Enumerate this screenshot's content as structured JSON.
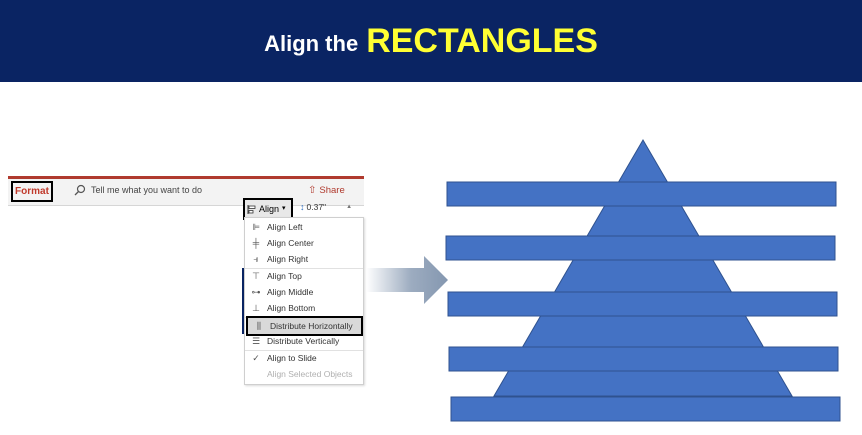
{
  "title": {
    "part1": "Align the",
    "part2": "RECTANGLES"
  },
  "ribbon": {
    "tab_label": "Format",
    "tell_me": "Tell me what you want to do",
    "share_label": "Share",
    "align_label": "Align",
    "size_value": "0.37\""
  },
  "menu": {
    "items": [
      {
        "label": "Align Left",
        "icon": "align-left-icon"
      },
      {
        "label": "Align Center",
        "icon": "align-center-icon"
      },
      {
        "label": "Align Right",
        "icon": "align-right-icon"
      },
      {
        "label": "Align Top",
        "icon": "align-top-icon"
      },
      {
        "label": "Align Middle",
        "icon": "align-middle-icon"
      },
      {
        "label": "Align Bottom",
        "icon": "align-bottom-icon"
      },
      {
        "label": "Distribute Horizontally",
        "icon": "distribute-horizontally-icon",
        "highlighted": true
      },
      {
        "label": "Distribute Vertically",
        "icon": "distribute-vertically-icon"
      },
      {
        "label": "Align to Slide",
        "icon": "checkmark-icon"
      },
      {
        "label": "Align Selected Objects",
        "icon": "",
        "disabled": true
      }
    ]
  },
  "colors": {
    "banner": "#0a2463",
    "title_highlight": "#ffff33",
    "shape_fill": "#4472c4",
    "shape_stroke": "#2f528f",
    "arrow": "#8497b0"
  }
}
